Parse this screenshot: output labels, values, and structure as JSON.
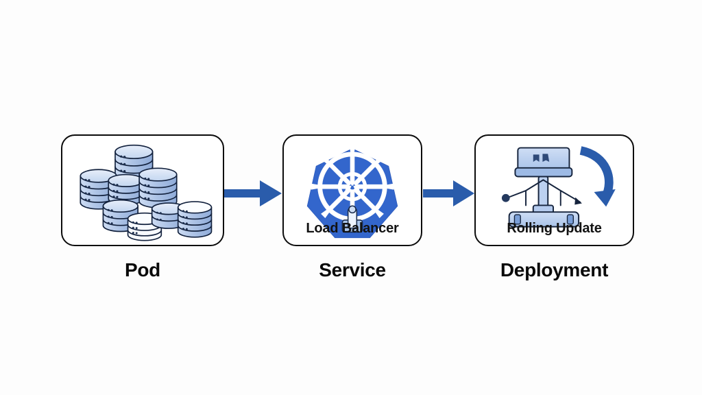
{
  "diagram": {
    "title": "Kubernetes Pod to Service to Deployment flow",
    "type": "flow-diagram",
    "background_color": "#fdfdfd",
    "accent_blue": "#2a5cab",
    "icon_blue": "#3366cc",
    "fill_light_blue": "#b3c8e8",
    "outline_color": "#0b0b0b",
    "orientation": "left-to-right"
  },
  "nodes": [
    {
      "id": "pod",
      "label": "Pod",
      "inner_caption": "",
      "icon": "database-stack-icon",
      "icon_description": "cluster of stacked database cylinders"
    },
    {
      "id": "service",
      "label": "Service",
      "inner_caption": "Load Balancer",
      "icon": "kubernetes-helm-icon",
      "icon_description": "Kubernetes heptagon logo with ship helm wheel"
    },
    {
      "id": "deployment",
      "label": "Deployment",
      "inner_caption": "Rolling Update",
      "icon": "rolling-update-icon",
      "icon_description": "server rack with branching nodes and clockwise rotation arrow"
    }
  ],
  "connectors": [
    {
      "id": "pod-to-service",
      "from": "pod",
      "to": "service",
      "style": "solid-block-arrow",
      "color": "#2a5cab"
    },
    {
      "id": "service-to-deployment",
      "from": "service",
      "to": "deployment",
      "style": "solid-block-arrow",
      "color": "#2a5cab"
    },
    {
      "id": "deployment-rotation",
      "from": "deployment",
      "to": "deployment",
      "style": "curved-arrow",
      "color": "#2a5cab"
    }
  ]
}
